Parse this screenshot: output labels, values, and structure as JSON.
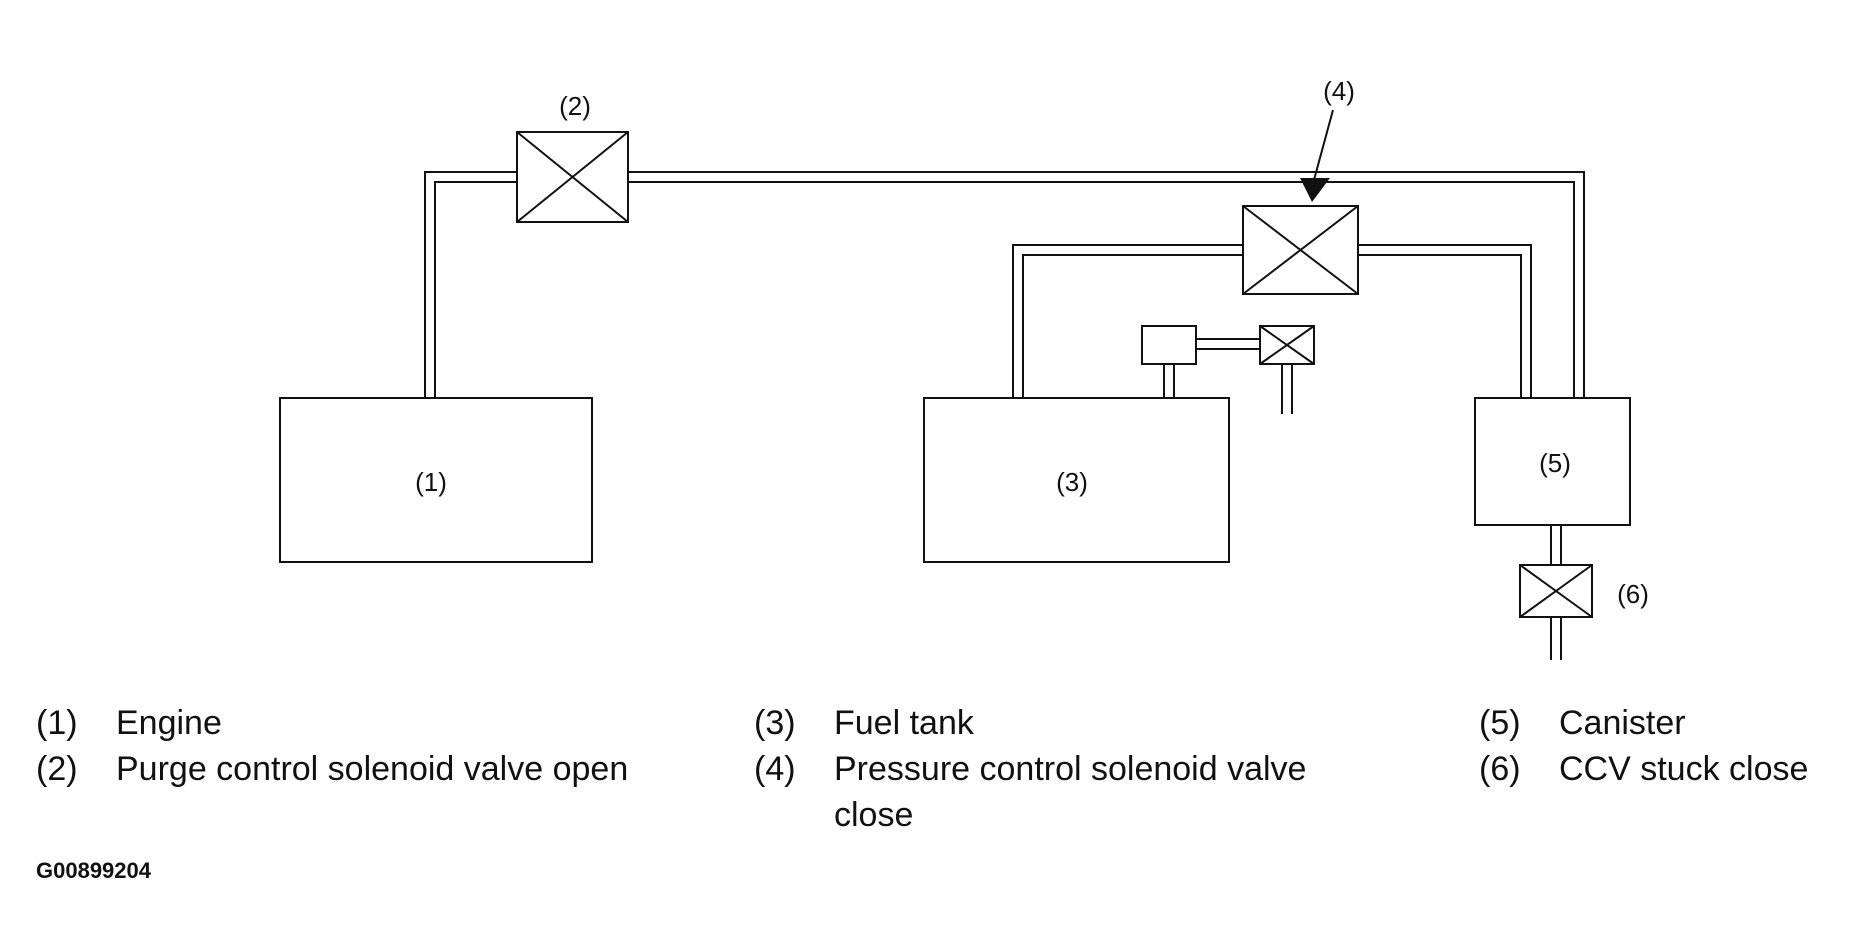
{
  "diagram": {
    "labels": {
      "engine": "(1)",
      "purge_valve": "(2)",
      "fuel_tank": "(3)",
      "pressure_valve": "(4)",
      "canister": "(5)",
      "ccv": "(6)"
    }
  },
  "legend": [
    {
      "num": "(1)",
      "text": "Engine"
    },
    {
      "num": "(2)",
      "text": "Purge control solenoid valve open"
    },
    {
      "num": "(3)",
      "text": "Fuel tank"
    },
    {
      "num": "(4)",
      "text": "Pressure control solenoid valve close"
    },
    {
      "num": "(5)",
      "text": "Canister"
    },
    {
      "num": "(6)",
      "text": "CCV stuck close"
    }
  ],
  "figure_code": "G00899204"
}
